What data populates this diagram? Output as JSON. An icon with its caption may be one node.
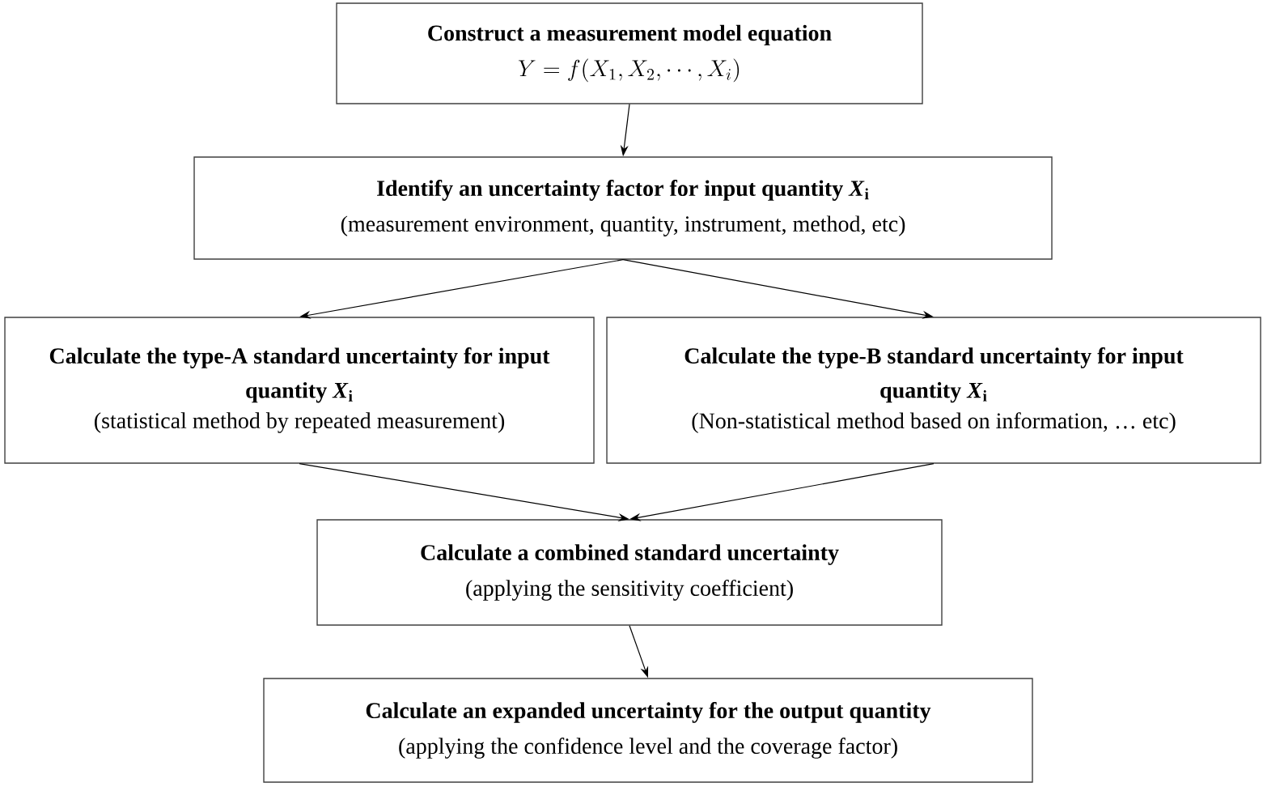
{
  "diagram": {
    "nodes": [
      {
        "text": [
          "Construct a measurement model equation",
          "Y = f(X_1, X_2, \\cdots, X_i)"
        ]
      },
      {
        "text": [
          "Identify an uncertainty factor for input quantity *X*$_{i}$",
          "(measurement environment, quantity, instrument, method, etc)"
        ]
      },
      {
        "text": [
          "Calculate the type-A standard uncertainty for input quantity *X*$_{i}$",
          "(statistical method by repeated measurement)"
        ]
      },
      {
        "text": [
          "Calculate the type-B standard uncertainty for input quantity *X*$_{i}$",
          "(Non-statistical method based on information, … etc)"
        ]
      },
      {
        "text": [
          "Calculate a combined standard uncertainty",
          "(applying the sensitivity coefficient)"
        ]
      },
      {
        "text": [
          "Calculate an expanded uncertainty for the output quantity",
          "(applying the confidence level and the coverage factor)"
        ]
      }
    ],
    "edges": [
      {
        "from": 0,
        "to": 1,
        "arrow": "to"
      },
      {
        "from": 1,
        "to": 2,
        "arrow": "to"
      },
      {
        "from": 1,
        "to": 3,
        "arrow": "to"
      },
      {
        "from": 2,
        "to": 4,
        "arrow": "to"
      },
      {
        "from": 3,
        "to": 4,
        "arrow": "to"
      },
      {
        "from": 4,
        "to": 5,
        "arrow": "to"
      }
    ]
  }
}
